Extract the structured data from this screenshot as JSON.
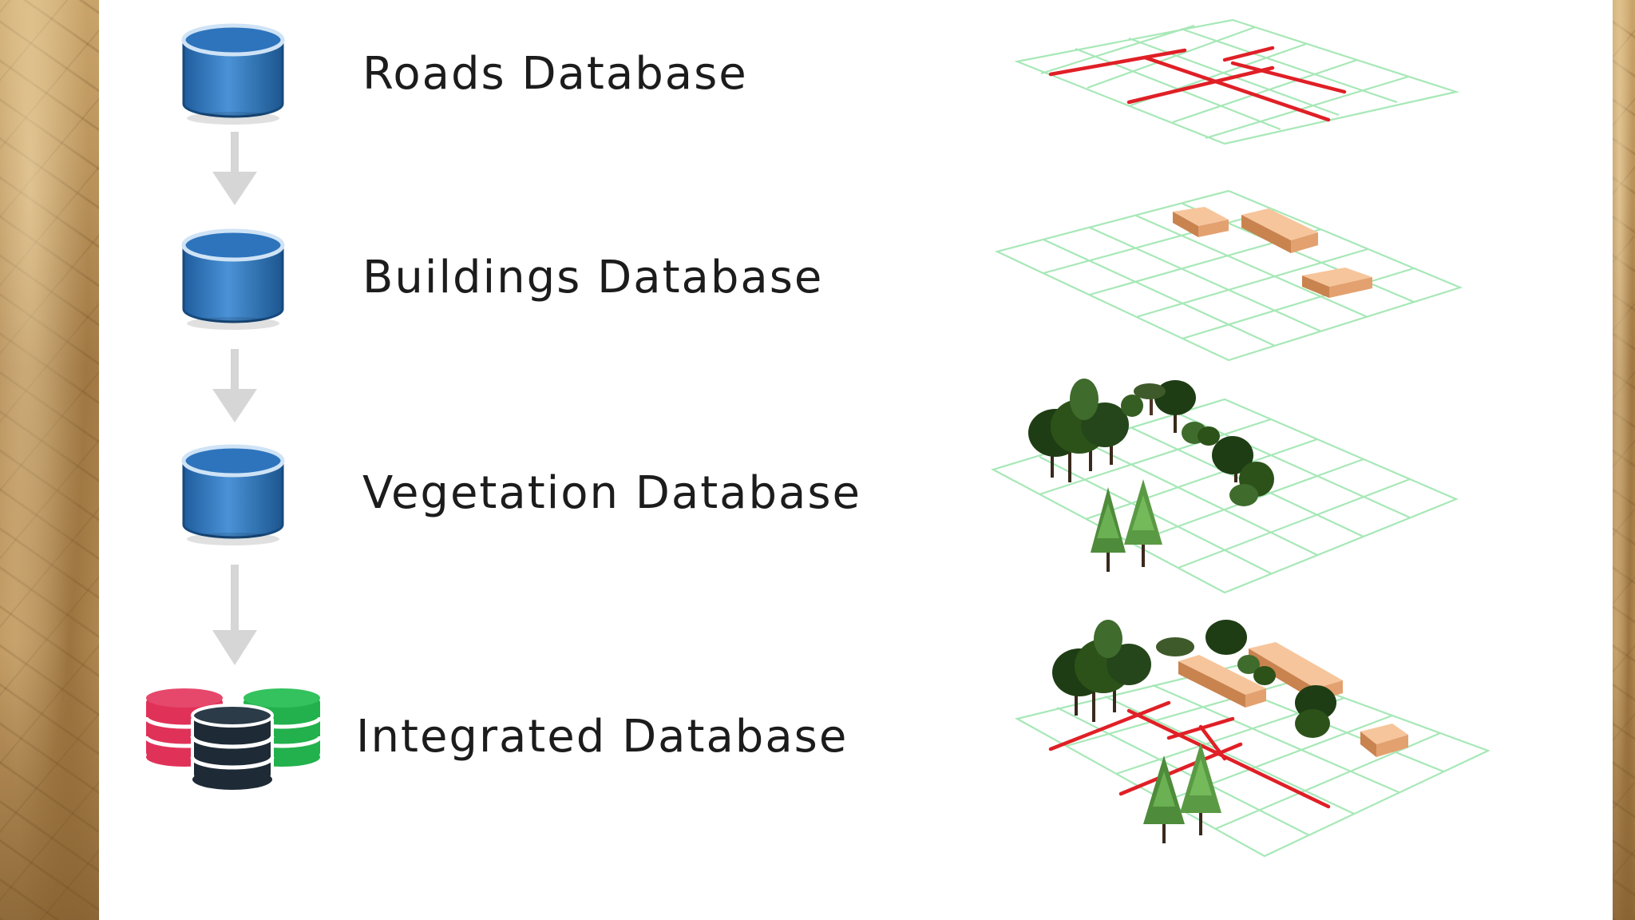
{
  "rows": [
    {
      "label": "Roads Database"
    },
    {
      "label": "Buildings Database"
    },
    {
      "label": "Vegetation Database"
    },
    {
      "label": "Integrated Database"
    }
  ],
  "colors": {
    "db_blue": "#2a6fb5",
    "db_blue_light": "#5aa0de",
    "db_red": "#e03258",
    "db_dark": "#1e2b36",
    "db_green": "#22b14c",
    "grid": "#9ee6b0",
    "road": "#e01f26",
    "building": "#f2b183",
    "arrow": "#d6d6d6"
  }
}
